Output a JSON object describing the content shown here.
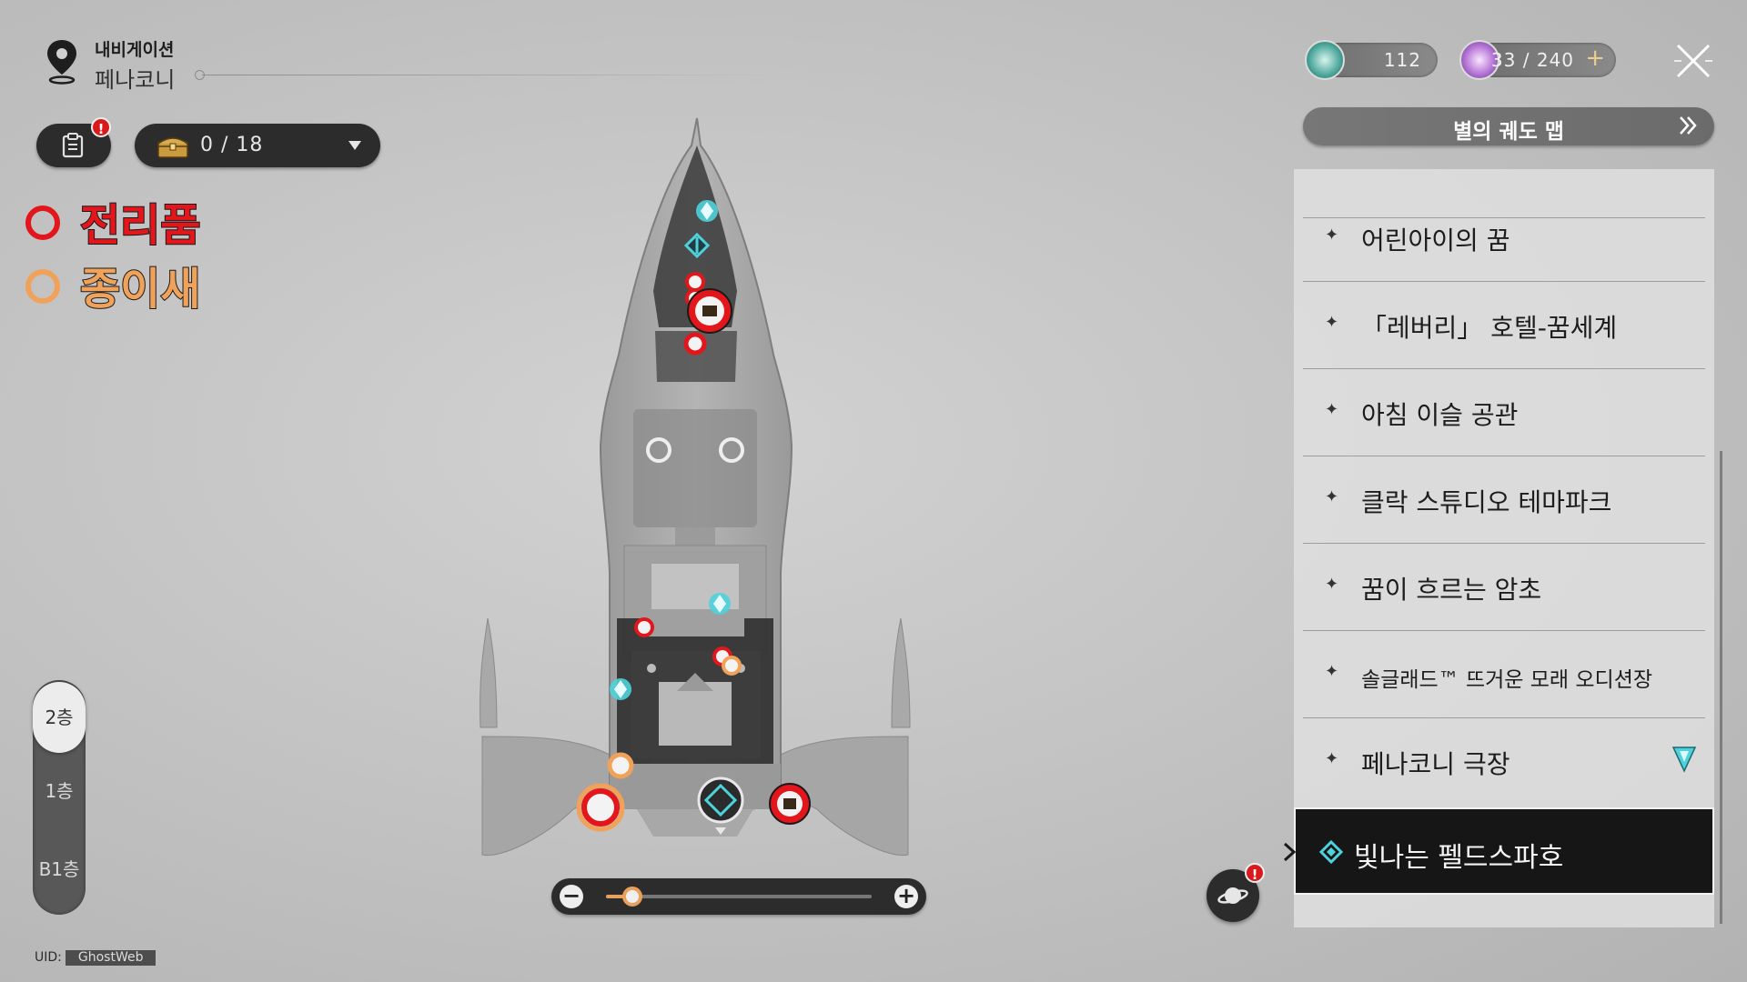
{
  "navigation": {
    "label": "내비게이션",
    "location": "페나코니"
  },
  "toolbar": {
    "mission_alert": "!",
    "chest_count": "0 / 18"
  },
  "legend": [
    {
      "label": "전리품",
      "color": "#e2161b"
    },
    {
      "label": "종이새",
      "color": "#f0a25a"
    }
  ],
  "floors": {
    "items": [
      "2층",
      "1층",
      "B1층"
    ],
    "selected": "2층"
  },
  "uid": {
    "label": "UID:",
    "value": "GhostWeb"
  },
  "currency": {
    "trailblaze_power": "112",
    "reserve": "33 / 240"
  },
  "map_panel": {
    "header": "별의 궤도 맵",
    "items": [
      {
        "name": "어린아이의 꿈"
      },
      {
        "name": "「레버리」 호텔-꿈세계"
      },
      {
        "name": "아침 이슬 공관"
      },
      {
        "name": "클락 스튜디오 테마파크"
      },
      {
        "name": "꿈이 흐르는 암초"
      },
      {
        "name": "솔글래드™ 뜨거운 모래 오디션장"
      },
      {
        "name": "페나코니 극장"
      }
    ],
    "active_item": "빛나는 펠드스파호"
  },
  "zoom": {
    "level": 0.1
  },
  "planet_alert": "!",
  "colors": {
    "loot_red": "#e2161b",
    "paper_bird_orange": "#f0a25a",
    "teleport_cyan": "#4fd1dc"
  }
}
